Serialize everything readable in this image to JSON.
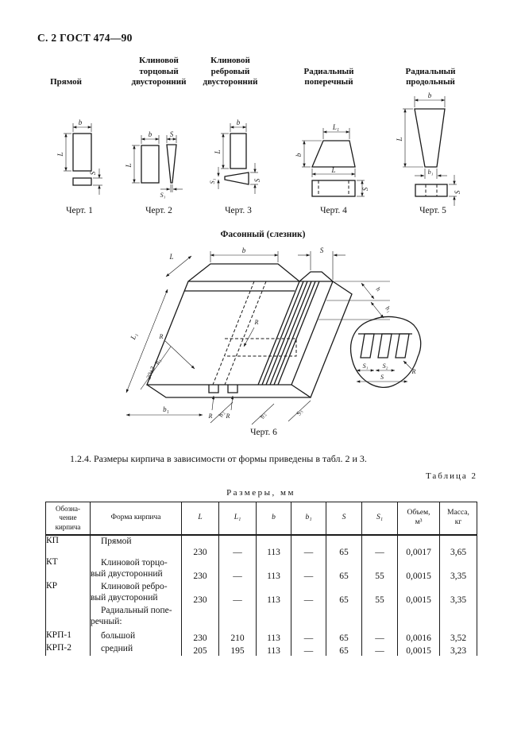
{
  "header": {
    "page_label": "С. 2 ГОСТ 474—90"
  },
  "figure_row": {
    "titles": [
      "Прямой",
      "Клиновой\nторцовый\nдвусторонний",
      "Клиновой\nребровый\nдвусторонний",
      "Радиальный\nпоперечный",
      "Радиальный\nпродольный"
    ],
    "captions": [
      "Черт. 1",
      "Черт. 2",
      "Черт. 3",
      "Черт. 4",
      "Черт. 5"
    ]
  },
  "fig6": {
    "title": "Фасонный (слезник)",
    "caption": "Черт. 6"
  },
  "dims": {
    "b": "b",
    "b1": "b₁",
    "b2": "b₂",
    "L": "L",
    "L1": "L₁",
    "S": "S",
    "S1": "S₁",
    "S2": "S₂",
    "S3": "S₃",
    "h": "h",
    "h1": "h₁",
    "h2": "h₂",
    "h3": "h₃",
    "R": "R",
    "tol": "20±3"
  },
  "paragraph": {
    "text": "1.2.4. Размеры кирпича в зависимости от формы приведены в табл. 2 и 3."
  },
  "table": {
    "label": "Таблица 2",
    "units": "Размеры, мм",
    "headers": {
      "designation": "Обозна-\nчение\nкирпича",
      "form": "Форма кирпича",
      "L": "L",
      "L1": "L₁",
      "b": "b",
      "b1": "b₁",
      "S": "S",
      "S1": "S₁",
      "volume": "Объем,\nм³",
      "mass": "Масса,\nкг"
    },
    "rows": [
      {
        "code": "КП",
        "form": "Прямой",
        "L": "230",
        "L1": "—",
        "b": "113",
        "b1": "—",
        "S": "65",
        "S1": "—",
        "volume": "0,0017",
        "mass": "3,65"
      },
      {
        "code": "КТ",
        "form": "Клиновой торцо-\nвый двусторонний",
        "L": "230",
        "L1": "—",
        "b": "113",
        "b1": "—",
        "S": "65",
        "S1": "55",
        "volume": "0,0015",
        "mass": "3,35"
      },
      {
        "code": "КР",
        "form": "Клиновой ребро-\nвый двустороний",
        "L": "230",
        "L1": "—",
        "b": "113",
        "b1": "—",
        "S": "65",
        "S1": "55",
        "volume": "0,0015",
        "mass": "3,35"
      },
      {
        "code": "",
        "form": "Радиальный попе-\nречный:",
        "L": "",
        "L1": "",
        "b": "",
        "b1": "",
        "S": "",
        "S1": "",
        "volume": "",
        "mass": ""
      },
      {
        "code": "КРП-1",
        "form": "большой",
        "L": "230",
        "L1": "210",
        "b": "113",
        "b1": "—",
        "S": "65",
        "S1": "—",
        "volume": "0,0016",
        "mass": "3,52"
      },
      {
        "code": "КРП-2",
        "form": "средний",
        "L": "205",
        "L1": "195",
        "b": "113",
        "b1": "—",
        "S": "65",
        "S1": "—",
        "volume": "0,0015",
        "mass": "3,23"
      }
    ]
  }
}
